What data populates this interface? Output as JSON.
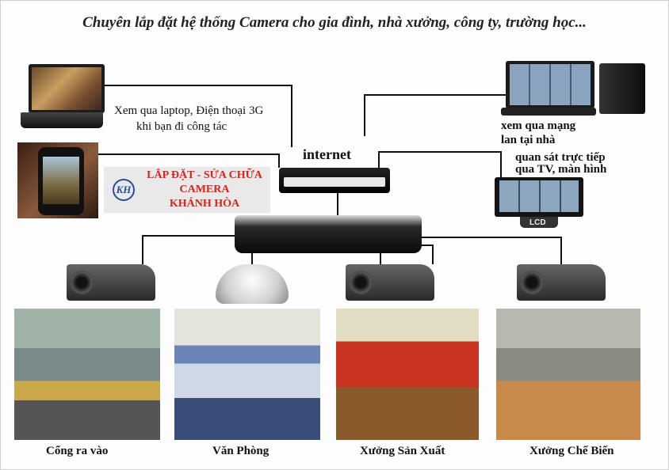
{
  "title": "Chuyên lắp đặt hệ thống Camera cho gia đình, nhà xưởng, công ty, trường học...",
  "labels": {
    "laptop_line1": "Xem qua laptop, Điện thoại 3G",
    "laptop_line2": "khi bạn đi công tác",
    "internet": "internet",
    "pc_line1": "xem qua mạng",
    "pc_line2": "lan tại nhà",
    "tv_line1": "quan sát trực tiếp",
    "tv_line2": "qua TV, màn hình",
    "tv_brand": "LCD"
  },
  "logo": {
    "mark": "KH",
    "line1": "LẮP ĐẶT - SỬA CHỮA",
    "line2": "CAMERA",
    "line3": "KHÁNH HÒA"
  },
  "captions": [
    "Cổng ra vào",
    "Văn Phòng",
    "Xưởng Sản Xuất",
    "Xưởng Chế Biến"
  ],
  "colors": {
    "logo_text": "#e0201a",
    "logo_mark": "#2a4ea0",
    "wire": "#111111"
  }
}
